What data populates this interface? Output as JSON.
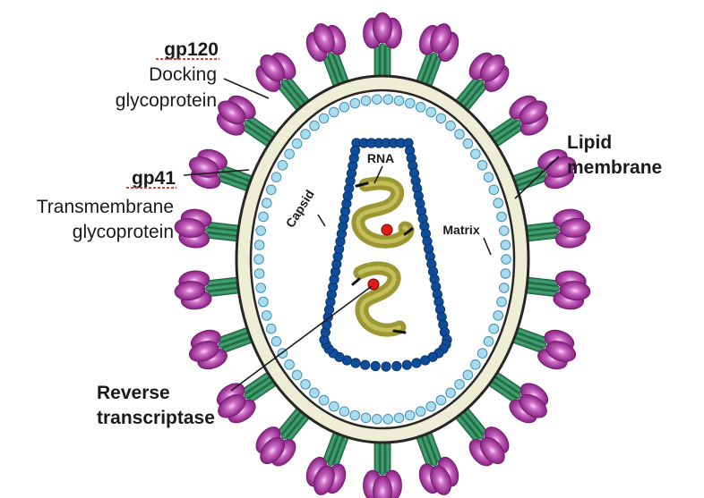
{
  "labels": {
    "gp120": "gp120",
    "gp120_desc1": "Docking",
    "gp120_desc2": "glycoprotein",
    "gp41": "gp41",
    "gp41_desc1": "Transmembrane",
    "gp41_desc2": "glycoprotein",
    "lipid1": "Lipid",
    "lipid2": "membrane",
    "rna": "RNA",
    "capsid": "Capsid",
    "matrix": "Matrix",
    "rt1": "Reverse",
    "rt2": "transcriptase"
  },
  "colors": {
    "spike_purple": "#9a2c96",
    "spike_highlight": "#e7b3e4",
    "stalk_green": "#2e8a5c",
    "membrane_fill": "#eeeed6",
    "matrix_bead": "#a9dcef",
    "capsid_bead": "#0e4d9a",
    "rna_olive": "#a7a33a",
    "enzyme_red": "#e01b1b",
    "underline_red": "#e03a3a"
  }
}
